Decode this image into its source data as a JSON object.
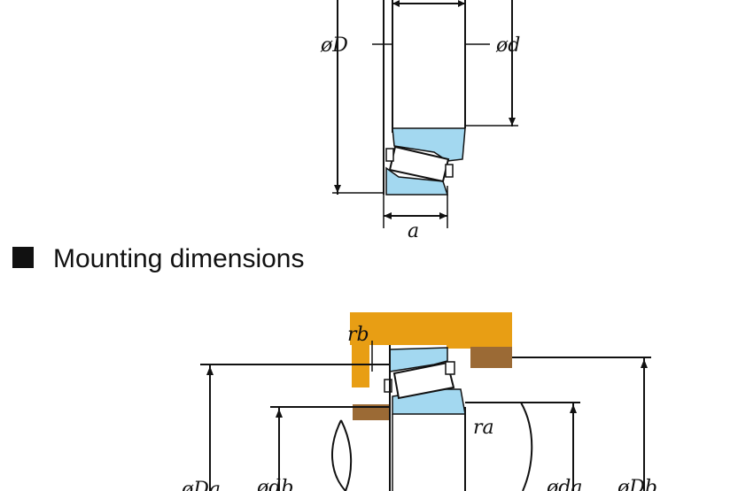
{
  "section_heading": "Mounting dimensions",
  "colors": {
    "bearing_blue": "#a3d8f0",
    "housing_orange": "#e89e14",
    "shaft_brown": "#9b6a35",
    "line": "#111111"
  },
  "top_drawing": {
    "labels": {
      "outer_diameter": "øD",
      "bore_diameter": "ød",
      "width_a": "a"
    }
  },
  "bottom_drawing": {
    "labels": {
      "rb": "rb",
      "ra": "ra",
      "Da": "øDa",
      "db": "ødb",
      "da": "øda",
      "Db": "øDb"
    }
  }
}
